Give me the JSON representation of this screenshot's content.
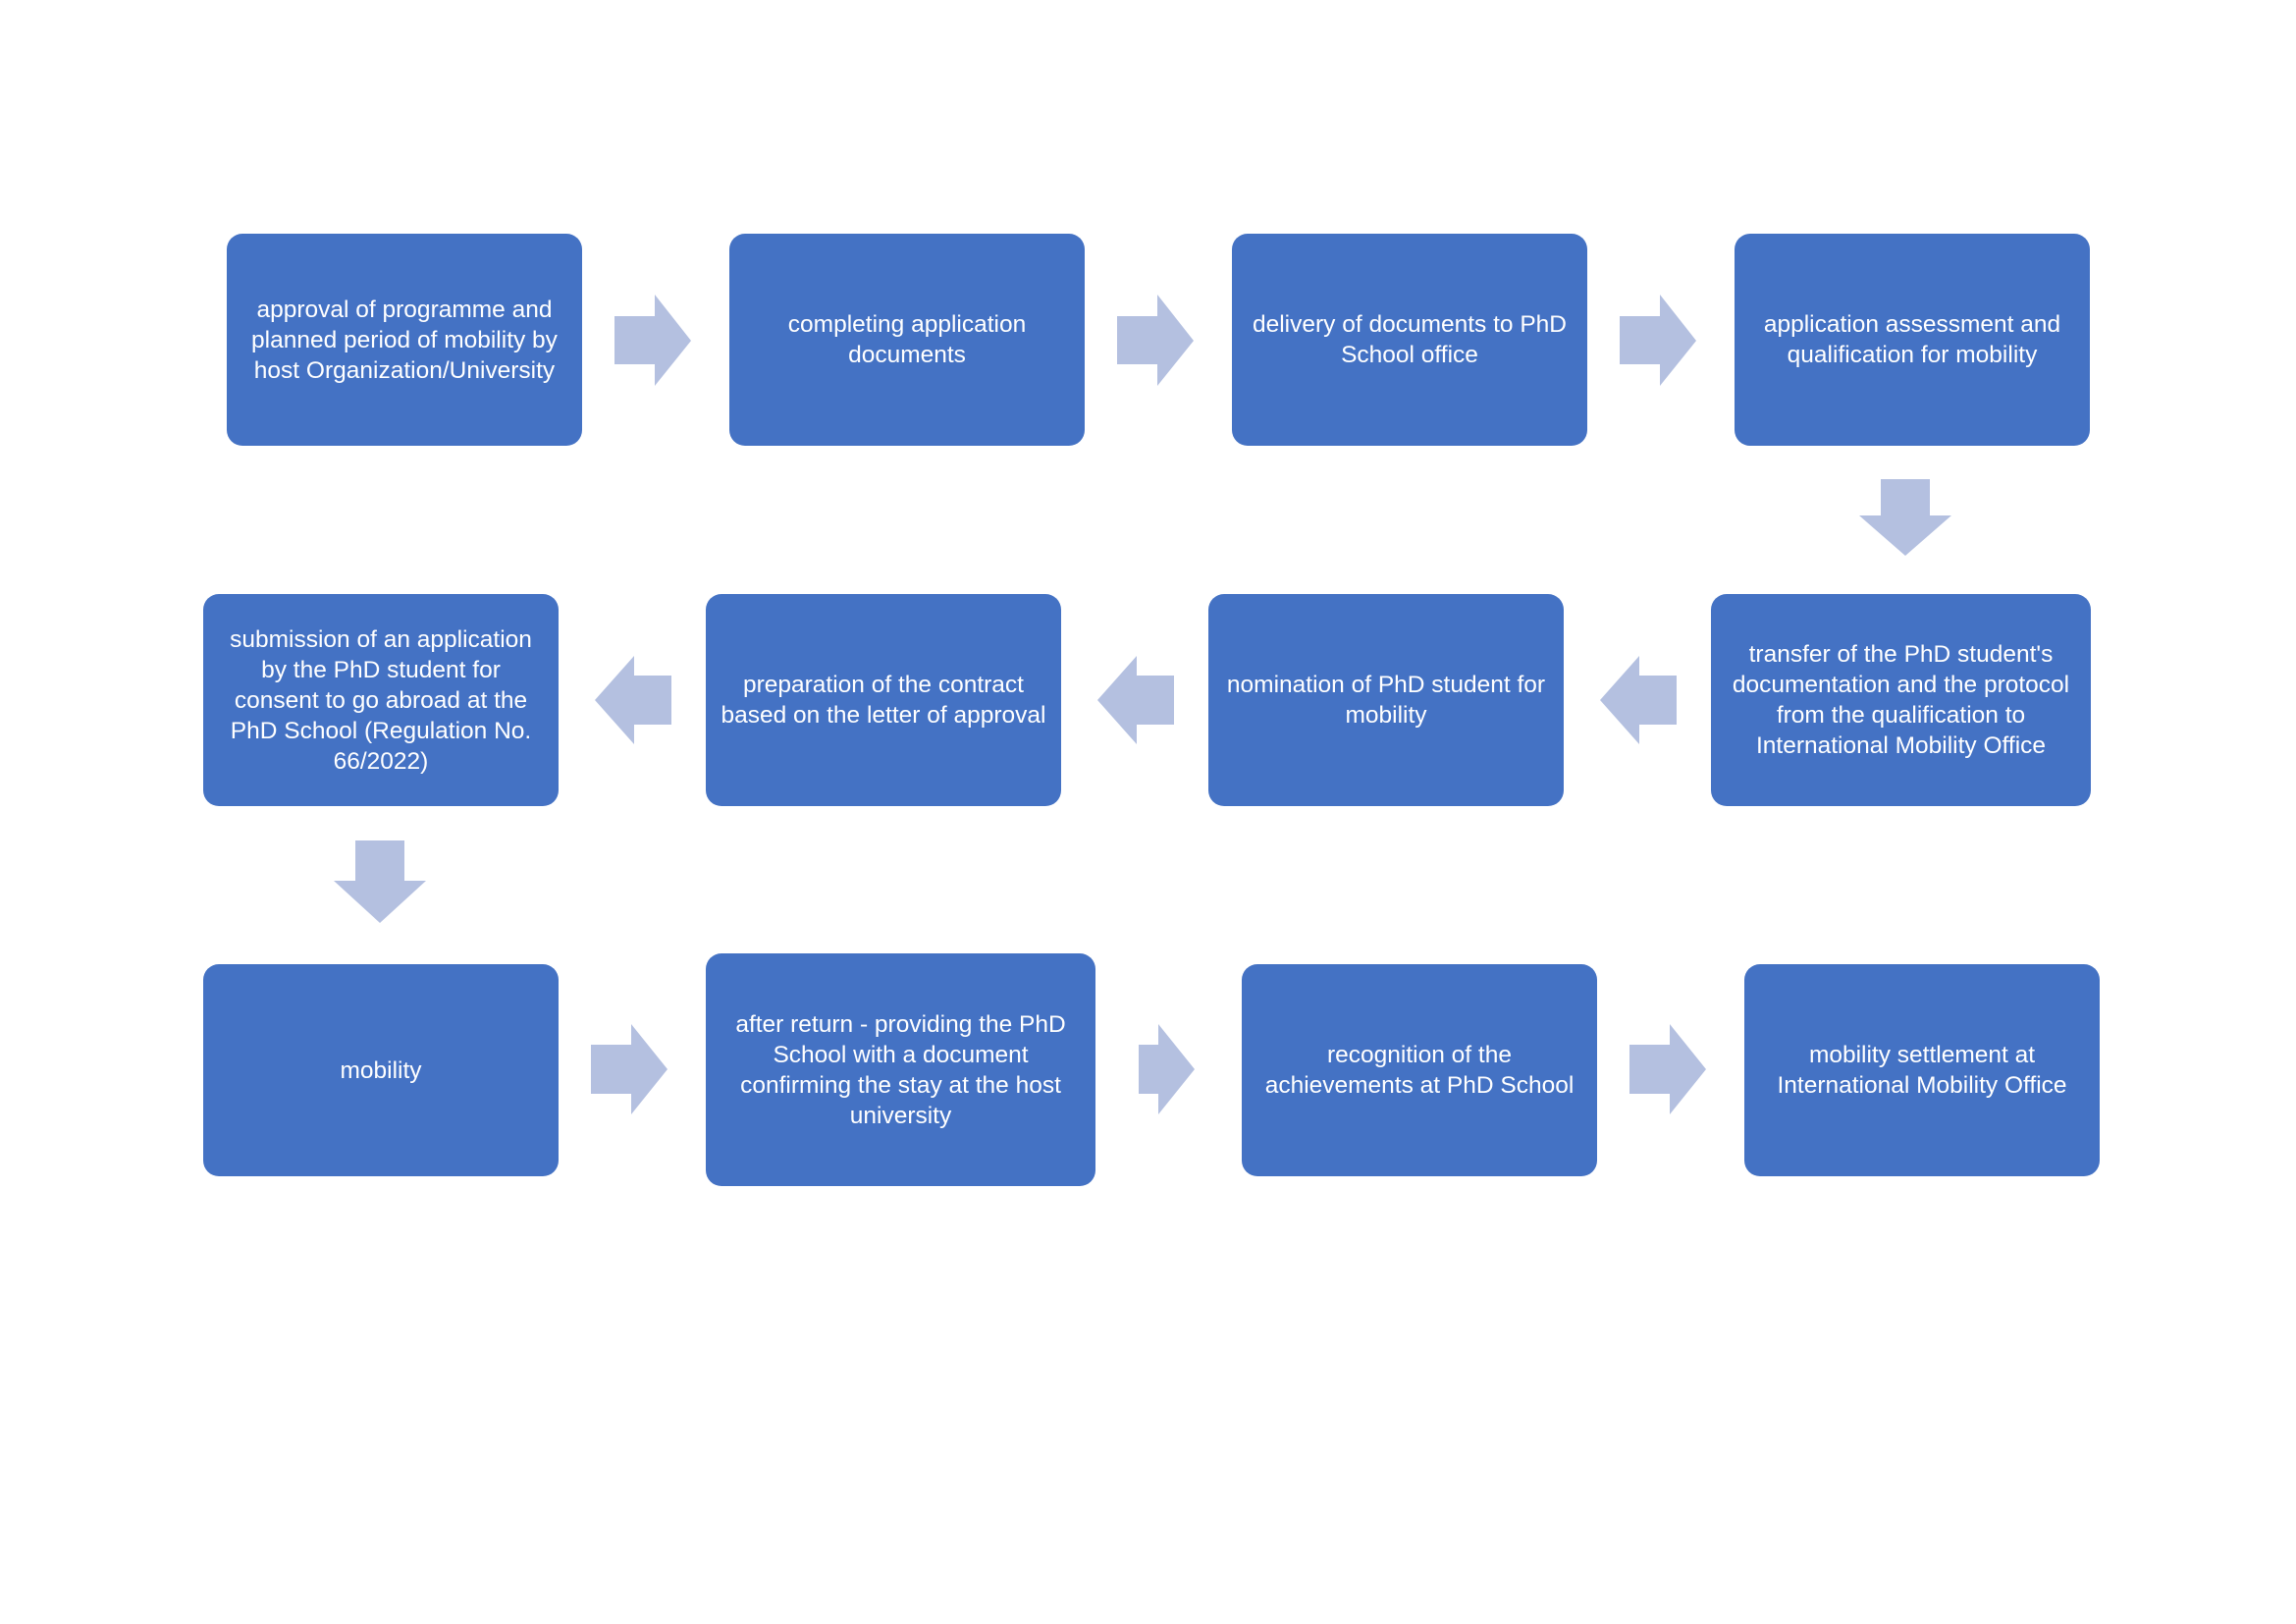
{
  "diagram": {
    "steps": [
      {
        "id": "step-1",
        "label": "approval of programme and planned period of mobility by host Organization/University"
      },
      {
        "id": "step-2",
        "label": "completing application documents"
      },
      {
        "id": "step-3",
        "label": "delivery of documents to PhD School office"
      },
      {
        "id": "step-4",
        "label": "application assessment and qualification for mobility"
      },
      {
        "id": "step-5",
        "label": "transfer of the PhD student's documentation and the protocol from the qualification to International Mobility Office"
      },
      {
        "id": "step-6",
        "label": "nomination of PhD student for mobility"
      },
      {
        "id": "step-7",
        "label": "preparation of the contract based on the letter of approval"
      },
      {
        "id": "step-8",
        "label": "submission of an application by the PhD student for consent to go abroad at the PhD School (Regulation No. 66/2022)"
      },
      {
        "id": "step-9",
        "label": "mobility"
      },
      {
        "id": "step-10",
        "label": "after return - providing the PhD School with a document confirming the stay at the host university"
      },
      {
        "id": "step-11",
        "label": "recognition of the achievements at PhD School"
      },
      {
        "id": "step-12",
        "label": "mobility settlement at International Mobility Office"
      }
    ],
    "colors": {
      "box_fill": "#4472c4",
      "box_text": "#ffffff",
      "arrow_fill": "#b4c0e0",
      "background": "#ffffff"
    }
  }
}
